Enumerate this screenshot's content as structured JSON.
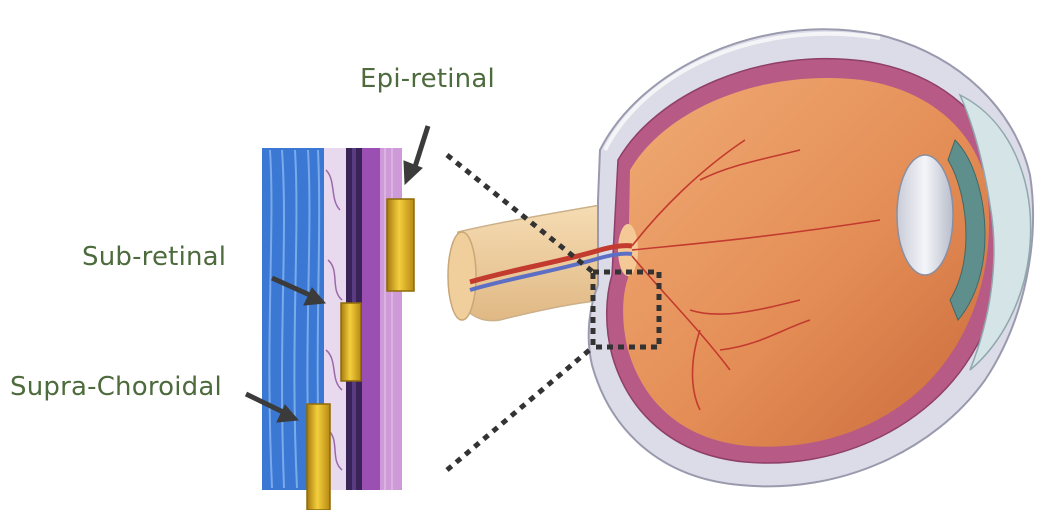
{
  "labels": {
    "epi": "Epi-retinal",
    "sub": "Sub-retinal",
    "supra": "Supra-Choroidal"
  },
  "colors": {
    "label_text": "#4d6b3c",
    "arrow": "#3b3b3b",
    "implant": "#e2b325",
    "sclera_blue": "#3d7bd6",
    "retina_purple": "#a55cb8",
    "retina_dark": "#2a1a4a",
    "eye_interior": "#e79760",
    "eye_wall": "#d6d6e2"
  }
}
